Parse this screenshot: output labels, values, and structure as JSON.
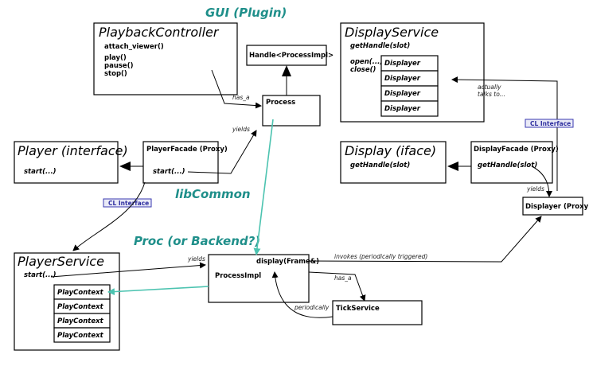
{
  "sections": {
    "gui": "GUI (Plugin)",
    "libcommon": "libCommon",
    "proc": "Proc (or Backend?)"
  },
  "playback_controller": {
    "title": "PlaybackController",
    "methods": [
      "attach_viewer()",
      "play()",
      "pause()",
      "stop()"
    ]
  },
  "handle_box": {
    "label": "Handle<ProcessImpl>"
  },
  "process_box": {
    "label": "Process"
  },
  "display_service": {
    "title": "DisplayService",
    "method": "getHandle(slot)",
    "ops": [
      "open(...)",
      "close()"
    ],
    "displayers": [
      "Displayer",
      "Displayer",
      "Displayer",
      "Displayer"
    ]
  },
  "player_iface": {
    "title": "Player (interface)",
    "method": "start(...)"
  },
  "player_facade": {
    "title": "PlayerFacade (Proxy)",
    "method": "start(...)"
  },
  "display_iface": {
    "title": "Display (iface)",
    "method": "getHandle(slot)"
  },
  "display_facade": {
    "title": "DisplayFacade (Proxy)",
    "method": "getHandle(slot)"
  },
  "displayer_proxy": {
    "label": "Displayer (Proxy)"
  },
  "player_service": {
    "title": "PlayerService",
    "method": "start(...)",
    "contexts": [
      "PlayContext",
      "PlayContext",
      "PlayContext",
      "PlayContext"
    ]
  },
  "process_impl": {
    "label": "ProcessImpl",
    "method": "display(Frame&)"
  },
  "tick_service": {
    "label": "TickService"
  },
  "edge_labels": {
    "has_a_top": "has_a",
    "yields_top": "yields",
    "actually_1": "actually",
    "actually_2": "talks to...",
    "yields_right": "yields",
    "yields_left": "yields",
    "invokes": "invokes (periodically triggered)",
    "has_a_bottom": "has_a",
    "periodically": "periodically"
  },
  "cl_interface": {
    "left": "CL Interface",
    "right": "CL Interface"
  }
}
